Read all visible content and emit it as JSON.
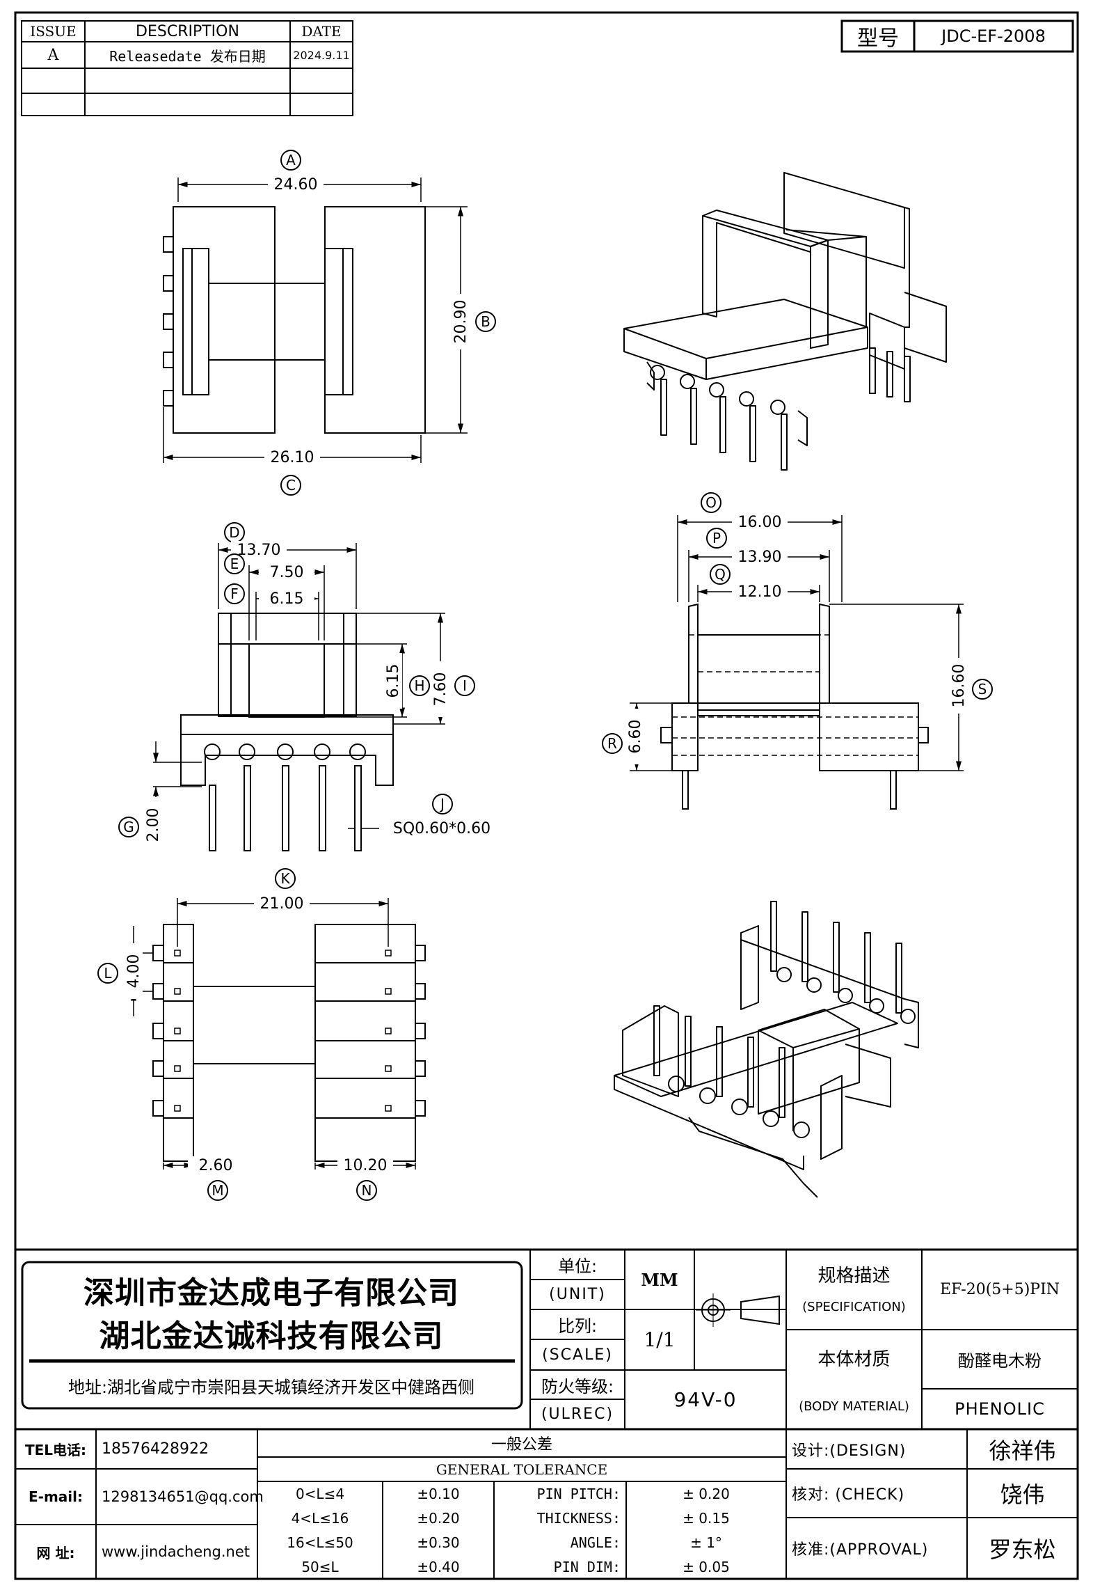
{
  "revision_table": {
    "headers": [
      "ISSUE",
      "DESCRIPTION",
      "DATE"
    ],
    "rows": [
      {
        "issue": "A",
        "description": "Releasedate 发布日期",
        "date": "2024.9.11"
      },
      {
        "issue": "",
        "description": "",
        "date": ""
      },
      {
        "issue": "",
        "description": "",
        "date": ""
      }
    ]
  },
  "model": {
    "label": "型号",
    "value": "JDC-EF-2008"
  },
  "dimensions": {
    "A": {
      "tag": "A",
      "value": "24.60"
    },
    "B": {
      "tag": "B",
      "value": "20.90"
    },
    "C": {
      "tag": "C",
      "value": "26.10"
    },
    "D": {
      "tag": "D",
      "value": "13.70"
    },
    "E": {
      "tag": "E",
      "value": "7.50"
    },
    "F": {
      "tag": "F",
      "value": "6.15"
    },
    "H": {
      "tag": "H",
      "value": "6.15"
    },
    "I": {
      "tag": "I",
      "value": "7.60"
    },
    "G": {
      "tag": "G",
      "value": "2.00"
    },
    "J": {
      "tag": "J",
      "value": "SQ0.60*0.60"
    },
    "O": {
      "tag": "O",
      "value": "16.00"
    },
    "P": {
      "tag": "P",
      "value": "13.90"
    },
    "Q": {
      "tag": "Q",
      "value": "12.10"
    },
    "S": {
      "tag": "S",
      "value": "16.60"
    },
    "R": {
      "tag": "R",
      "value": "6.60"
    },
    "K": {
      "tag": "K",
      "value": "21.00"
    },
    "L": {
      "tag": "L",
      "value": "4.00"
    },
    "M": {
      "tag": "M",
      "value": "2.60"
    },
    "N": {
      "tag": "N",
      "value": "10.20"
    }
  },
  "title_block": {
    "company_1": "深圳市金达成电子有限公司",
    "company_2": "湖北金达诚科技有限公司",
    "address": "地址:湖北省咸宁市崇阳县天城镇经济开发区中健路西侧",
    "unit_label_cn": "单位:",
    "unit_label_en": "(UNIT)",
    "unit_value": "MM",
    "scale_label_cn": "比列:",
    "scale_label_en": "(SCALE)",
    "scale_value": "1/1",
    "fire_label_cn": "防火等级:",
    "fire_label_en": "(ULREC)",
    "fire_value": "94V-0",
    "spec_label_cn": "规格描述",
    "spec_label_en": "(SPECIFICATION)",
    "spec_value": "EF-20(5+5)PIN",
    "material_label_cn": "本体材质",
    "material_label_en": "(BODY MATERIAL)",
    "material_value_cn": "酚醛电木粉",
    "material_value_en": "PHENOLIC",
    "tel_label": "TEL电话:",
    "tel_value": "18576428922",
    "email_label": "E-mail:",
    "email_value": "1298134651@qq.com",
    "web_label": "网  址:",
    "web_value": "www.jindacheng.net",
    "tolerance_cn": "一般公差",
    "tolerance_en": "GENERAL TOLERANCE",
    "tolerance_rows": [
      {
        "range": "0<L≤4",
        "tol": "±0.10"
      },
      {
        "range": "4<L≤16",
        "tol": "±0.20"
      },
      {
        "range": "16<L≤50",
        "tol": "±0.30"
      },
      {
        "range": "50≤L",
        "tol": "±0.40"
      }
    ],
    "pin_rows": [
      {
        "label": "PIN PITCH:",
        "value": "± 0.20"
      },
      {
        "label": "THICKNESS:",
        "value": "± 0.15"
      },
      {
        "label": "ANGLE:",
        "value": "± 1°"
      },
      {
        "label": "PIN DIM:",
        "value": "± 0.05"
      }
    ],
    "design_label": "设计:(DESIGN)",
    "design_value": "徐祥伟",
    "check_label": "核对: (CHECK)",
    "check_value": "饶伟",
    "approval_label": "核准:(APPROVAL)",
    "approval_value": "罗东松"
  }
}
